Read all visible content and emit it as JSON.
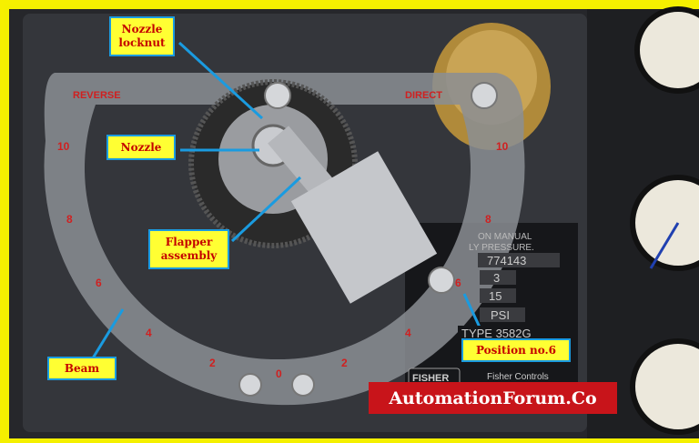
{
  "labels": {
    "nozzle_locknut": "Nozzle locknut",
    "nozzle": "Nozzle",
    "flapper_assembly": "Flapper assembly",
    "beam": "Beam",
    "position": "Position no.6"
  },
  "watermark": "AutomationForum.Co",
  "plate": {
    "reverse": "REVERSE",
    "direct": "DIRECT",
    "scale": [
      "10",
      "8",
      "6",
      "4",
      "2",
      "0",
      "2",
      "4",
      "6",
      "8",
      "10"
    ]
  },
  "nameplate": {
    "line1": "ON MANUAL",
    "line2": "LY PRESSURE.",
    "serial": "774143",
    "low": "3",
    "high": "15",
    "unit": "PSI",
    "type": "TYPE 3582G",
    "brand": "FISHER",
    "company": "Fisher Controls"
  },
  "colors": {
    "border": "#f6f000",
    "label_bg": "#ffff33",
    "label_text": "#c40000",
    "arrow": "#1a9be0",
    "banner": "#c8141a"
  }
}
